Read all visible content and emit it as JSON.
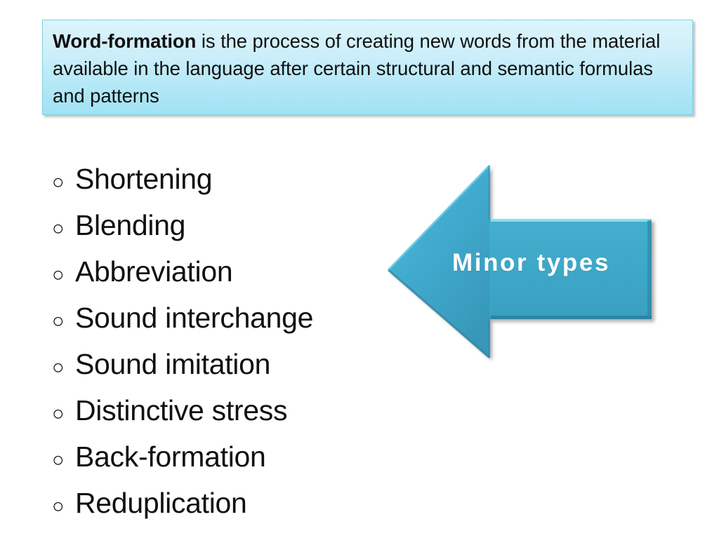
{
  "slide": {
    "background_color": "#ffffff"
  },
  "definition": {
    "lead_term": "Word-formation",
    "body": " is the process of creating new words from the material available in the language after certain structural and semantic formulas and patterns",
    "full_text": "Word-formation is the process of creating new words from the material available in the language after certain structural and semantic formulas and patterns",
    "background_top_color": "#ddf4fc",
    "background_bottom_color": "#a0e2f4",
    "border_color": "#7fcfe3",
    "text_color": "#111111"
  },
  "list": {
    "bullet_glyph": "○",
    "items": [
      {
        "label": "Shortening"
      },
      {
        "label": "Blending"
      },
      {
        "label": "Abbreviation"
      },
      {
        "label": "Sound interchange"
      },
      {
        "label": "Sound imitation"
      },
      {
        "label": "Distinctive stress"
      },
      {
        "label": "Back-formation"
      },
      {
        "label": "Reduplication"
      }
    ]
  },
  "arrow": {
    "label": "Minor types",
    "direction": "left",
    "fill_color": "#3FA8CC",
    "fill_light_color": "#4FC0DE",
    "fill_dark_color": "#2E8FAE",
    "highlight_color": "#7BD9EC",
    "label_color": "#ffffff"
  }
}
